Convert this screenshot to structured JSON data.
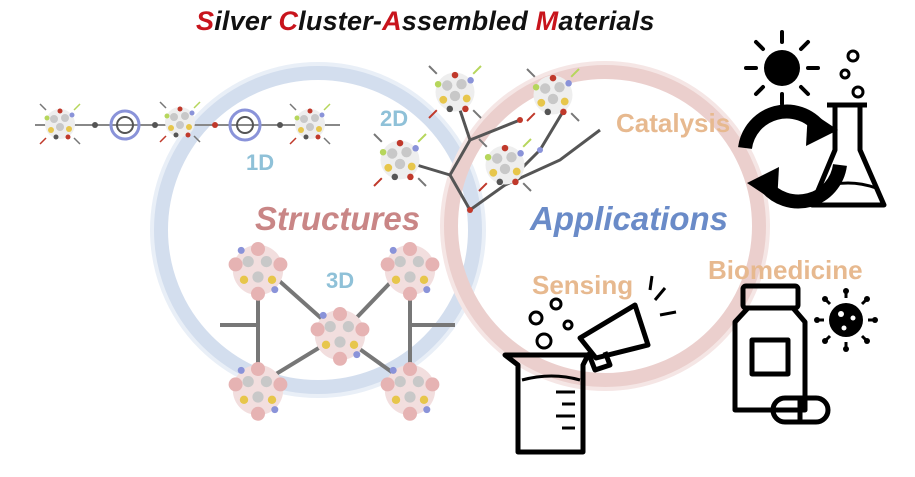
{
  "title": {
    "parts": [
      {
        "cap": "S",
        "rest": "ilver "
      },
      {
        "cap": "C",
        "rest": "luster-"
      },
      {
        "cap": "A",
        "rest": "ssembled "
      },
      {
        "cap": "M",
        "rest": "aterials"
      }
    ],
    "cap_color": "#c8141c"
  },
  "labels": {
    "one_d": "1D",
    "two_d": "2D",
    "three_d": "3D",
    "structures": "Structures",
    "applications": "Applications",
    "catalysis": "Catalysis",
    "sensing": "Sensing",
    "biomedicine": "Biomedicine"
  },
  "colors": {
    "structures_ring": "#c9d6ea",
    "applications_ring": "#e8c8c6",
    "structures_text": "#c98686",
    "applications_text": "#6a8bc8",
    "dimension_text": "#8fc1d8",
    "application_label": "#e7b98f",
    "silver_atom": "#c8c8c8",
    "sulfur_atom": "#e7c64b",
    "oxygen_atom": "#c0392b",
    "carbon_atom": "#555555",
    "nitrogen_atom": "#8a93d9",
    "fluorine_atom": "#b6d65c",
    "ligand_pink": "#e6b3b3"
  },
  "icons": [
    "sun-icon",
    "bubbles-icon",
    "flask-icon",
    "recycle-arrows-icon",
    "beaker-icon",
    "megaphone-icon",
    "pill-bottle-icon",
    "capsule-icon",
    "virus-icon"
  ]
}
